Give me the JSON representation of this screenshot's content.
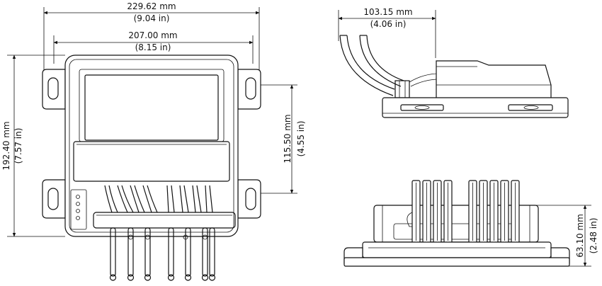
{
  "dimensions": {
    "overall_width": {
      "metric": "229.62 mm",
      "imperial": "(9.04 in)"
    },
    "body_width": {
      "metric": "207.00 mm",
      "imperial": "(8.15 in)"
    },
    "overall_height": {
      "metric": "192.40 mm",
      "imperial": "(7.57 in)"
    },
    "mount_spacing": {
      "metric": "115.50 mm",
      "imperial": "(4.55 in)"
    },
    "depth": {
      "metric": "103.15 mm",
      "imperial": "(4.06 in)"
    },
    "profile_height": {
      "metric": "63.10 mm",
      "imperial": "(2.48 in)"
    }
  },
  "colors": {
    "line": "#111111",
    "background": "#ffffff"
  }
}
